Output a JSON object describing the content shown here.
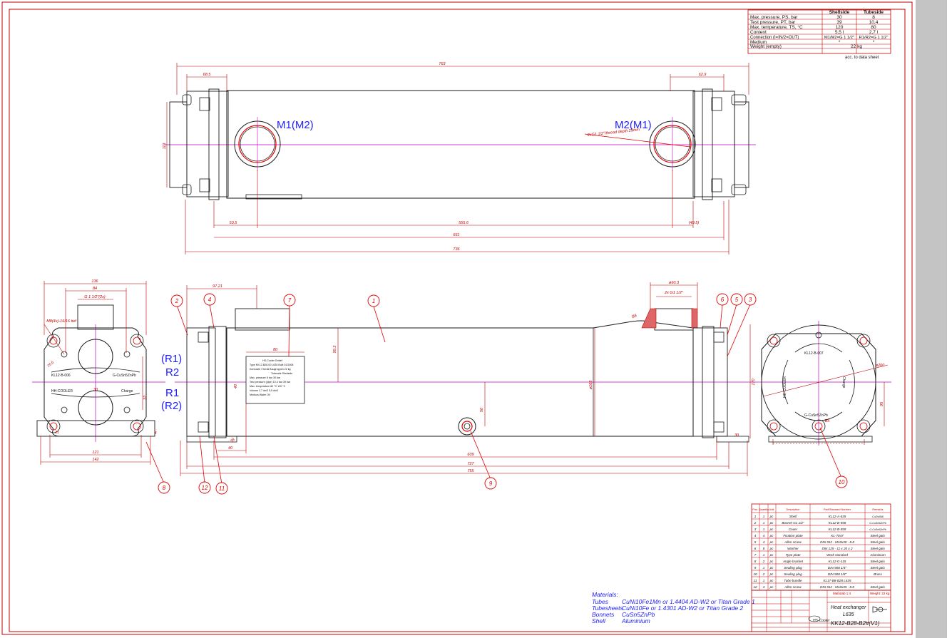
{
  "colors": {
    "frame": "#c00000",
    "outline": "#1a1a1a",
    "centerline": "#c000c0",
    "dim": "#c00000",
    "balloon": "#e00000",
    "label": "#2020ff",
    "scrollbar": "#c0c0c0"
  },
  "spec_table": {
    "headers": [
      "Shellside",
      "Tubeside"
    ],
    "rows": [
      {
        "label": "Max. pressure, PS, bar",
        "shell": "30",
        "tube": "8"
      },
      {
        "label": "Test pressure, PT, bar",
        "shell": "39",
        "tube": "10,4"
      },
      {
        "label": "Max. temperature, TS, °C",
        "shell": "120",
        "tube": "80"
      },
      {
        "label": "Content",
        "shell": "5,5 l",
        "tube": "2,7 l"
      },
      {
        "label": "Connection (I=IN/2=OUT)",
        "shell": "M1/M2=G 1 1/2\"",
        "tube": "R1/R2=G 1 1/2\""
      },
      {
        "label": "Medium",
        "shell": "*",
        "tube": "*"
      },
      {
        "label": "Weight (empty)",
        "shell": "22 kg",
        "tube": ""
      }
    ],
    "note": "acc.     to data sheet"
  },
  "top_view": {
    "port_left": "M1(M2)",
    "port_right": "M2(M1)",
    "thread_note": "2xG1 1/2\"/thread depth 25mm",
    "dims": [
      "763",
      "68.5",
      "62.9",
      "113",
      "53.5",
      "555.6",
      "(49.5)",
      "661",
      "736"
    ]
  },
  "front_view": {
    "labels_right": [
      "(R1)",
      "R2",
      "R1",
      "(R2)"
    ],
    "dims": [
      "97.21",
      "ø60.3",
      "2x G1 1/2\"",
      "ø168",
      "80",
      "95.3",
      "40",
      "38",
      "50",
      "609",
      "727",
      "755",
      "170",
      "B8",
      "30",
      "40"
    ],
    "type_plate": [
      "HS-Cooler GmbH",
      "Type KK12-B28-00 L635  Built 01/2008",
      "Kennzahl / Serial  Baugruppen  22 kg",
      "Tubeside  Shellside",
      "Max. pressure  8 bar  30 bar",
      "Test pressure (pipe)  10,4 bar  39 bar",
      "Max. temperature  80 °C  120 °C",
      "Volume  2,7 dm3  5,5 dm3",
      "Medium  Water  Oil"
    ]
  },
  "left_view": {
    "dims": [
      "136",
      "84",
      "G 1 1/2\"(2x)",
      "M8(4x)-16/16 tief",
      "121",
      "142",
      "30",
      "32",
      "11",
      "4"
    ],
    "texts": [
      "KL12-B-006",
      "HH-COOLER",
      "G-CuSn5ZnPb",
      "Charge",
      "25.6"
    ]
  },
  "right_view": {
    "texts": [
      "KL12-B-007",
      "HH-COOLER",
      "G-CuSn5ZnPb",
      "Charge"
    ],
    "dims": [
      "ø200",
      "95",
      "B5"
    ]
  },
  "balloons": [
    "1",
    "2",
    "3",
    "4",
    "5",
    "6",
    "7",
    "8",
    "9",
    "10",
    "11",
    "12"
  ],
  "parts_list": {
    "headers": [
      "Pos.",
      "Quantity",
      "Unit",
      "Description",
      "Part/Standard Number",
      "Remarks"
    ],
    "rows": [
      [
        "1",
        "1",
        "pc",
        "Shell",
        "KL12-A-635",
        "CuZn40Al"
      ],
      [
        "2",
        "1",
        "pc",
        "Bonnet G1 1/2\"",
        "KL12-B-558",
        "G-CuSn5ZnPb"
      ],
      [
        "3",
        "1",
        "pc",
        "Cover",
        "KL12-B-559",
        "G-CuSn5ZnPb"
      ],
      [
        "4",
        "4",
        "pc",
        "Fixation plate",
        "KL-7047",
        "Steel galv."
      ],
      [
        "5",
        "4",
        "pc",
        "Allen screw",
        "DIN 912 - M10x30 - 8.8",
        "Steel galv."
      ],
      [
        "6",
        "8",
        "pc",
        "Washer",
        "DIN 125 - 11 x 20 x 2",
        "Steel galv."
      ],
      [
        "7",
        "1",
        "pc",
        "Type plate",
        "Work standard",
        "Aluminium"
      ],
      [
        "8",
        "2",
        "pc",
        "Angle bracket",
        "KL12-G-115",
        "Steel galv."
      ],
      [
        "9",
        "1",
        "pc",
        "Sealing plug",
        "DIN 908 1/4\"",
        "Steel galv."
      ],
      [
        "10",
        "2",
        "pc",
        "Sealing plug",
        "DIN 908 1/8\"",
        "Brass"
      ],
      [
        "11",
        "1",
        "pc",
        "Tube bundle",
        "KL17-B8-B28 L635",
        ""
      ],
      [
        "12",
        "4",
        "pc",
        "Allen screw",
        "DIN 912 - M10x35 - 8.8",
        "Steel galv."
      ]
    ],
    "weight": "Weight: 22 kg"
  },
  "materials": {
    "title": "Materials:",
    "rows": [
      {
        "part": "Tubes",
        "material": "CuNi10Fe1Mn or 1.4404 AD-W2 or Titan Grade 1"
      },
      {
        "part": "Tubesheets",
        "material": "CuNi10Fe or 1.4301 AD-W2 or Titan Grade 2"
      },
      {
        "part": "Bonnets",
        "material": "CuSn5ZnPb"
      },
      {
        "part": "Shell",
        "material": "Aluminium"
      }
    ]
  },
  "title_block": {
    "title": "Heat exchanger",
    "subtitle": "L635",
    "drawing_no": "KK12-B28-B2#(V1)",
    "scale": "Maßstab 1:4",
    "company": "HS-Cooler"
  }
}
